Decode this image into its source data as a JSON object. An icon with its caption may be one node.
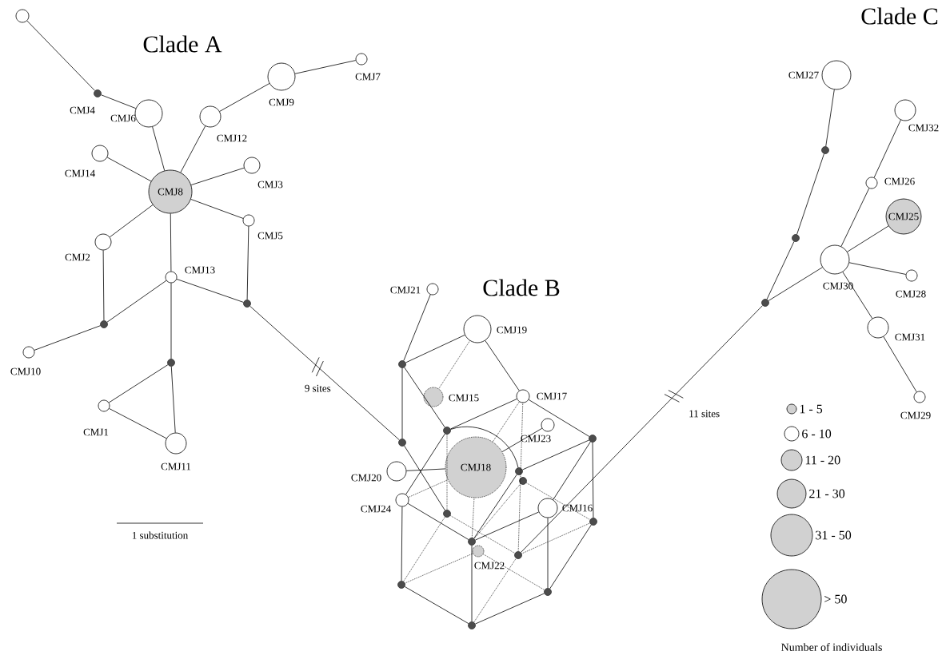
{
  "diagram": {
    "nodes": [
      {
        "text": [],
        "shape": "circle"
      },
      {
        "text": [
          "CMJ4"
        ]
      },
      {
        "text": [
          "CMJ6"
        ]
      },
      {
        "text": [
          "CMJ9"
        ]
      },
      {
        "text": [
          "CMJ7"
        ]
      },
      {
        "text": [
          "CMJ12"
        ]
      },
      {
        "text": [
          "CMJ14"
        ]
      },
      {
        "text": [
          "CMJ8"
        ]
      },
      {
        "text": [
          "CMJ3"
        ]
      },
      {
        "text": [
          "CMJ5"
        ]
      },
      {
        "text": [
          "CMJ2"
        ]
      },
      {
        "text": [
          "CMJ13"
        ]
      },
      {
        "text": [],
        "shape": "circle"
      },
      {
        "text": [],
        "shape": "circle"
      },
      {
        "text": [
          "CMJ10"
        ]
      },
      {
        "text": [],
        "shape": "circle"
      },
      {
        "text": [
          "CMJ1"
        ]
      },
      {
        "text": [
          "CMJ11"
        ]
      },
      {
        "text": [
          "CMJ21"
        ]
      },
      {
        "text": [
          "CMJ19"
        ]
      },
      {
        "text": [],
        "shape": "circle"
      },
      {
        "text": [
          "CMJ15"
        ]
      },
      {
        "text": [
          "CMJ17"
        ]
      },
      {
        "text": [],
        "shape": "circle"
      },
      {
        "text": [],
        "shape": "circle"
      },
      {
        "text": [
          "CMJ23"
        ]
      },
      {
        "text": [],
        "shape": "circle"
      },
      {
        "text": [
          "CMJ18"
        ]
      },
      {
        "text": [
          "CMJ20"
        ]
      },
      {
        "text": [],
        "shape": "circle"
      },
      {
        "text": [],
        "shape": "circle"
      },
      {
        "text": [
          "CMJ24"
        ]
      },
      {
        "text": [
          "CMJ16"
        ]
      },
      {
        "text": [],
        "shape": "circle"
      },
      {
        "text": [],
        "shape": "circle"
      },
      {
        "text": [],
        "shape": "circle"
      },
      {
        "text": [
          "CMJ22"
        ]
      },
      {
        "text": [],
        "shape": "circle"
      },
      {
        "text": [],
        "shape": "circle"
      },
      {
        "text": [],
        "shape": "circle"
      },
      {
        "text": [],
        "shape": "circle"
      },
      {
        "text": [
          "CMJ27"
        ]
      },
      {
        "text": [
          "CMJ32"
        ]
      },
      {
        "text": [],
        "shape": "circle"
      },
      {
        "text": [
          "CMJ26"
        ]
      },
      {
        "text": [
          "CMJ25"
        ]
      },
      {
        "text": [],
        "shape": "circle"
      },
      {
        "text": [
          "CMJ30"
        ]
      },
      {
        "text": [
          "CMJ28"
        ]
      },
      {
        "text": [
          "CMJ31"
        ]
      },
      {
        "text": [],
        "shape": "circle"
      },
      {
        "text": [
          "CMJ29"
        ]
      }
    ],
    "edges": [
      {
        "from": 0,
        "to": 1,
        "arrow": "none"
      },
      {
        "from": 1,
        "to": 2,
        "arrow": "none"
      },
      {
        "from": 2,
        "to": 7,
        "arrow": "none"
      },
      {
        "from": 7,
        "to": 5,
        "arrow": "none"
      },
      {
        "from": 5,
        "to": 3,
        "arrow": "none"
      },
      {
        "from": 3,
        "to": 4,
        "arrow": "none"
      },
      {
        "from": 6,
        "to": 7,
        "arrow": "none"
      },
      {
        "from": 7,
        "to": 8,
        "arrow": "none"
      },
      {
        "from": 7,
        "to": 9,
        "arrow": "none"
      },
      {
        "from": 7,
        "to": 10,
        "arrow": "none"
      },
      {
        "from": 7,
        "to": 11,
        "arrow": "none"
      },
      {
        "from": 10,
        "to": 13,
        "arrow": "none"
      },
      {
        "from": 11,
        "to": 13,
        "arrow": "none"
      },
      {
        "from": 13,
        "to": 14,
        "arrow": "none"
      },
      {
        "from": 11,
        "to": 12,
        "arrow": "none"
      },
      {
        "from": 9,
        "to": 12,
        "arrow": "none"
      },
      {
        "from": 11,
        "to": 15,
        "arrow": "none"
      },
      {
        "from": 15,
        "to": 16,
        "arrow": "none"
      },
      {
        "from": 15,
        "to": 17,
        "arrow": "none"
      },
      {
        "from": 16,
        "to": 17,
        "arrow": "none"
      },
      {
        "from": 12,
        "to": 23,
        "arrow": "none",
        "label": "9 sites"
      },
      {
        "from": 18,
        "to": 20,
        "arrow": "none"
      },
      {
        "from": 20,
        "to": 19,
        "arrow": "none"
      },
      {
        "from": 20,
        "to": 23,
        "arrow": "none"
      },
      {
        "from": 20,
        "to": 24,
        "arrow": "none"
      },
      {
        "from": 19,
        "to": 22,
        "arrow": "none"
      },
      {
        "from": 22,
        "to": 24,
        "arrow": "none"
      },
      {
        "from": 22,
        "to": 26,
        "arrow": "none"
      },
      {
        "from": 24,
        "to": 29,
        "arrow": "none"
      },
      {
        "from": 29,
        "to": 26,
        "arrow": "none"
      },
      {
        "from": 25,
        "to": 27,
        "arrow": "none"
      },
      {
        "from": 28,
        "to": 27,
        "arrow": "none"
      },
      {
        "from": 24,
        "to": 31,
        "arrow": "none"
      },
      {
        "from": 23,
        "to": 33,
        "arrow": "none"
      },
      {
        "from": 31,
        "to": 35,
        "arrow": "none"
      },
      {
        "from": 31,
        "to": 38,
        "arrow": "none"
      },
      {
        "from": 29,
        "to": 35,
        "arrow": "none"
      },
      {
        "from": 35,
        "to": 32,
        "arrow": "none"
      },
      {
        "from": 26,
        "to": 32,
        "arrow": "none"
      },
      {
        "from": 26,
        "to": 34,
        "arrow": "none"
      },
      {
        "from": 32,
        "to": 39,
        "arrow": "none"
      },
      {
        "from": 34,
        "to": 39,
        "arrow": "none"
      },
      {
        "from": 35,
        "to": 40,
        "arrow": "none"
      },
      {
        "from": 38,
        "to": 40,
        "arrow": "none"
      },
      {
        "from": 40,
        "to": 39,
        "arrow": "none"
      },
      {
        "from": 19,
        "to": 21,
        "arrow": "none",
        "style": "dashed"
      },
      {
        "from": 22,
        "to": 27,
        "arrow": "none",
        "style": "dashed"
      },
      {
        "from": 22,
        "to": 37,
        "arrow": "none",
        "style": "dashed"
      },
      {
        "from": 24,
        "to": 33,
        "arrow": "none",
        "style": "dashed"
      },
      {
        "from": 30,
        "to": 34,
        "arrow": "none",
        "style": "dashed"
      },
      {
        "from": 30,
        "to": 35,
        "arrow": "none",
        "style": "dashed"
      },
      {
        "from": 31,
        "to": 27,
        "arrow": "none",
        "style": "dashed"
      },
      {
        "from": 33,
        "to": 37,
        "arrow": "none",
        "style": "dashed"
      },
      {
        "from": 38,
        "to": 36,
        "arrow": "none",
        "style": "dashed"
      },
      {
        "from": 38,
        "to": 33,
        "arrow": "none",
        "style": "dashed"
      },
      {
        "from": 36,
        "to": 39,
        "arrow": "none",
        "style": "dashed"
      },
      {
        "from": 40,
        "to": 37,
        "arrow": "none",
        "style": "dashed"
      },
      {
        "from": 37,
        "to": 34,
        "arrow": "none",
        "style": "dashed"
      },
      {
        "from": 27,
        "to": 35,
        "arrow": "none",
        "style": "dashed"
      },
      {
        "from": 37,
        "to": 50,
        "arrow": "none",
        "label": "11 sites"
      },
      {
        "from": 50,
        "to": 46,
        "arrow": "none"
      },
      {
        "from": 46,
        "to": 43,
        "arrow": "none"
      },
      {
        "from": 43,
        "to": 41,
        "arrow": "none"
      },
      {
        "from": 50,
        "to": 47,
        "arrow": "none"
      },
      {
        "from": 47,
        "to": 44,
        "arrow": "none"
      },
      {
        "from": 44,
        "to": 42,
        "arrow": "none"
      },
      {
        "from": 47,
        "to": 45,
        "arrow": "none"
      },
      {
        "from": 47,
        "to": 48,
        "arrow": "none"
      },
      {
        "from": 47,
        "to": 49,
        "arrow": "none"
      },
      {
        "from": 49,
        "to": 51,
        "arrow": "none"
      }
    ],
    "labels": [
      "Clade A",
      "Clade B",
      "Clade C",
      "1 substitution",
      "Number of individuals"
    ],
    "legend": [
      {
        "text": "1 - 5"
      },
      {
        "text": "6 - 10"
      },
      {
        "text": "11 - 20"
      },
      {
        "text": "21 - 30"
      },
      {
        "text": "31 - 50"
      },
      {
        "text": "> 50"
      }
    ]
  }
}
